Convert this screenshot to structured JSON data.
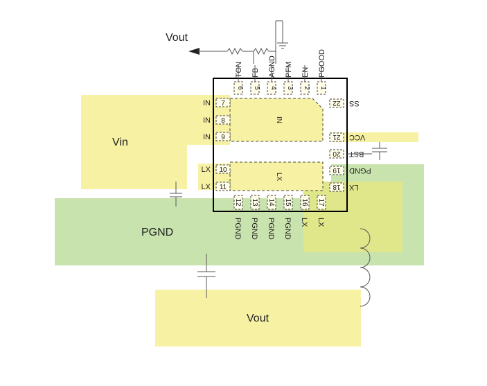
{
  "labels": {
    "vout_top": "Vout",
    "vin": "Vin",
    "pgnd": "PGND",
    "vout_bottom": "Vout",
    "pad_in": "IN",
    "pad_lx": "LX"
  },
  "top_pins": [
    {
      "num": "6",
      "name": "TON"
    },
    {
      "num": "5",
      "name": "FB"
    },
    {
      "num": "4",
      "name": "AGND"
    },
    {
      "num": "3",
      "name": "PFM"
    },
    {
      "num": "2",
      "name": "EN"
    },
    {
      "num": "1",
      "name": "PGOOD"
    }
  ],
  "left_pins": [
    {
      "num": "7",
      "name": "IN"
    },
    {
      "num": "8",
      "name": "IN"
    },
    {
      "num": "9",
      "name": "IN"
    },
    {
      "num": "10",
      "name": "LX"
    },
    {
      "num": "11",
      "name": "LX"
    }
  ],
  "bottom_pins": [
    {
      "num": "12",
      "name": "PGND"
    },
    {
      "num": "13",
      "name": "PGND"
    },
    {
      "num": "14",
      "name": "PGND"
    },
    {
      "num": "15",
      "name": "PGND"
    },
    {
      "num": "16",
      "name": "LX"
    },
    {
      "num": "17",
      "name": "LX"
    }
  ],
  "right_pins": [
    {
      "num": "22",
      "name": "SS"
    },
    {
      "num": "21",
      "name": "VCC"
    },
    {
      "num": "20",
      "name": "BST"
    },
    {
      "num": "19",
      "name": "PGND"
    },
    {
      "num": "18",
      "name": "LX"
    }
  ],
  "colors": {
    "yellow": "#f7f2a3",
    "green": "#c9e3ae",
    "overlap": "#dfe78a",
    "outline": "#000000"
  }
}
